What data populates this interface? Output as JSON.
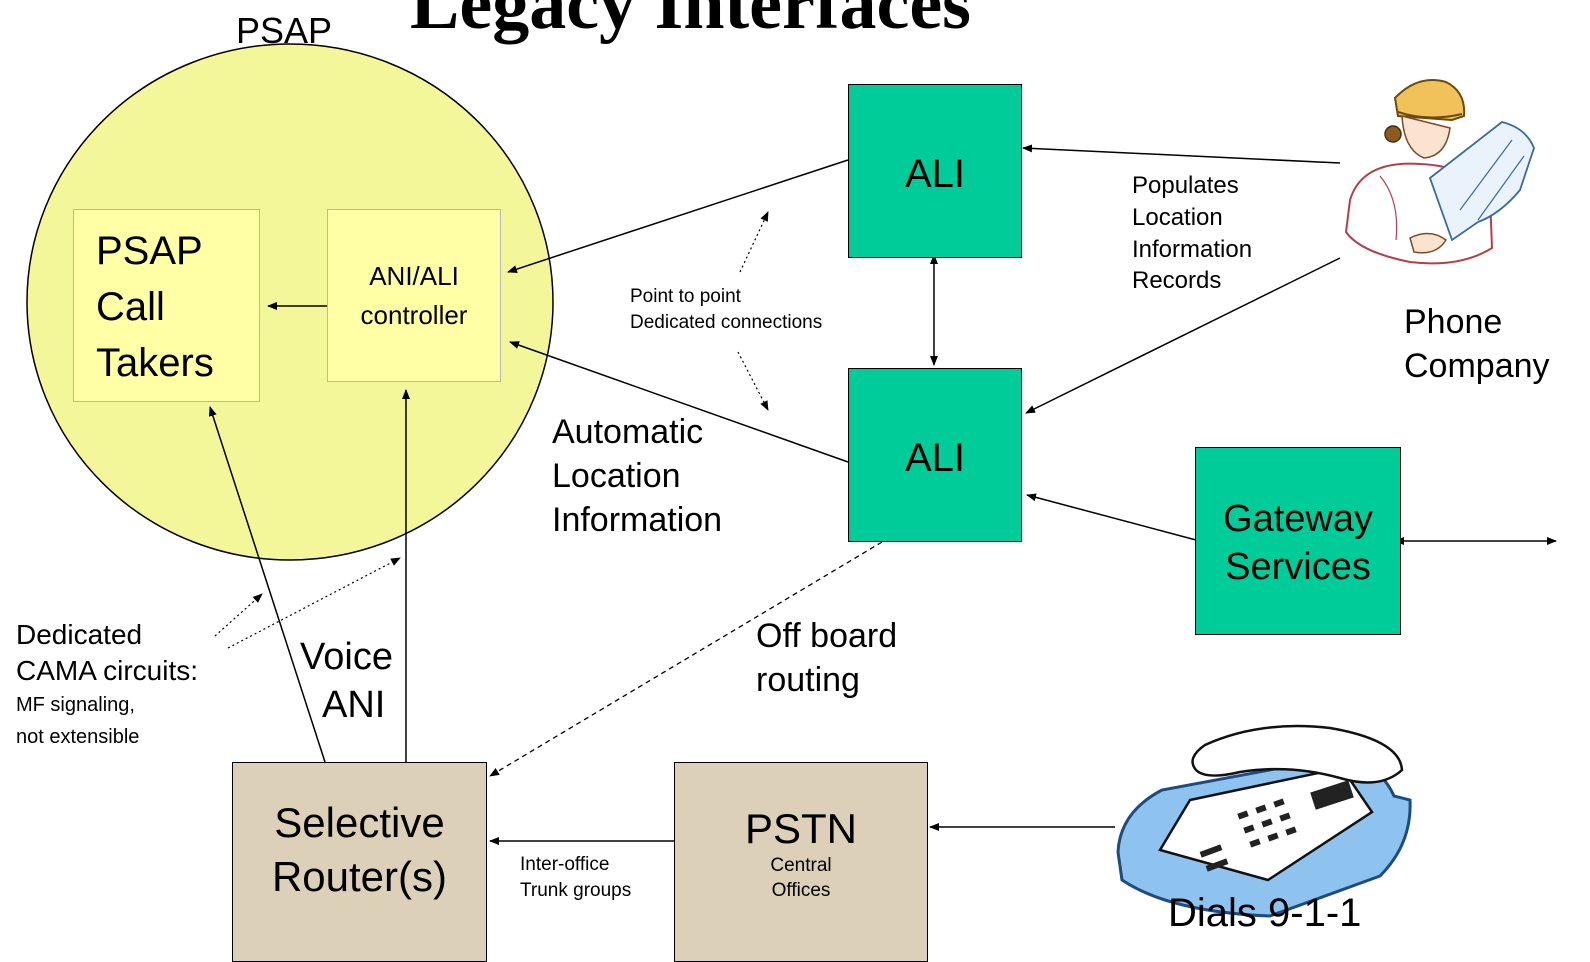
{
  "title": "Legacy Interfaces",
  "psap": {
    "label": "PSAP",
    "call_takers": [
      "PSAP",
      "Call",
      "Takers"
    ],
    "controller": [
      "ANI/ALI",
      "controller"
    ]
  },
  "ali_top": "ALI",
  "ali_bottom": "ALI",
  "gateway": [
    "Gateway",
    "Services"
  ],
  "selective_router": [
    "Selective",
    "Router(s)"
  ],
  "pstn": {
    "title": "PSTN",
    "sub": [
      "Central",
      "Offices"
    ]
  },
  "phone_company": {
    "label": [
      "Phone",
      "Company"
    ],
    "populates": [
      "Populates",
      "Location",
      "Information",
      "Records"
    ]
  },
  "point_to_point": [
    "Point to point",
    "Dedicated connections"
  ],
  "automatic_location": [
    "Automatic",
    "Location",
    "Information"
  ],
  "off_board": [
    "Off board",
    "routing"
  ],
  "dedicated_cama": [
    "Dedicated",
    "CAMA circuits:"
  ],
  "mf_signaling": [
    "MF signaling,",
    "not extensible"
  ],
  "voice_ani": [
    "Voice",
    "ANI"
  ],
  "inter_office": [
    "Inter-office",
    "Trunk groups"
  ],
  "dials": "Dials 9-1-1",
  "colors": {
    "psap_circle": "#f3f79a",
    "psap_box": "#ffffa5",
    "ali": "#00cc99",
    "router": "#ddd0b8"
  }
}
